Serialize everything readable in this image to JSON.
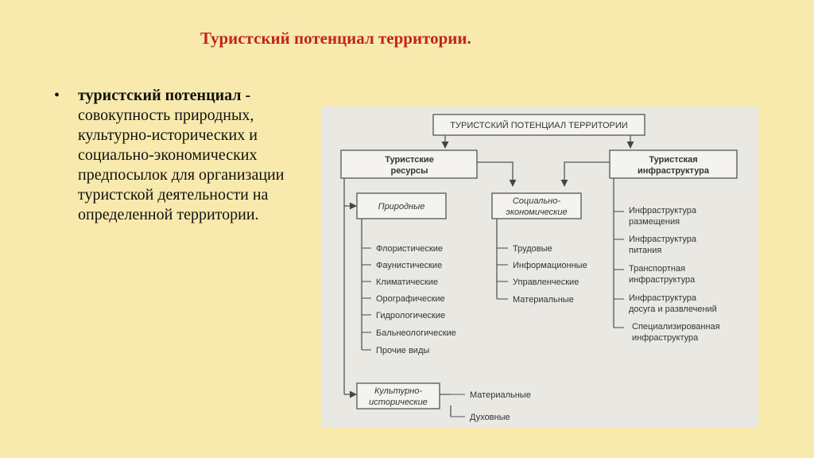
{
  "slide": {
    "title": "Туристский потенциал территории.",
    "bullet_term": "туристский потенциал -",
    "bullet_definition": "совокупность природных, культурно-исторических и социально-экономических предпосылок для организации туристской деятельности на определенной территории."
  },
  "diagram": {
    "root": "ТУРИСТСКИЙ ПОТЕНЦИАЛ ТЕРРИТОРИИ",
    "resources": {
      "line1": "Туристские",
      "line2": "ресурсы"
    },
    "infrastructure": {
      "line1": "Туристская",
      "line2": "инфраструктура"
    },
    "natural": {
      "label": "Природные",
      "items": [
        "Флористические",
        "Фаунистические",
        "Климатические",
        "Орографические",
        "Гидрологические",
        "Бальнеологические",
        "Прочие виды"
      ]
    },
    "socioeconomic": {
      "line1": "Социально-",
      "line2": "экономические",
      "items": [
        "Трудовые",
        "Информационные",
        "Управленческие",
        "Материальные"
      ]
    },
    "infra_items": [
      {
        "line1": "Инфраструктура",
        "line2": "размещения"
      },
      {
        "line1": "Инфраструктура",
        "line2": "питания"
      },
      {
        "line1": "Транспортная",
        "line2": "инфраструктура"
      },
      {
        "line1": "Инфраструктура",
        "line2": "досуга и развлечений"
      },
      {
        "line1": "Специализированная",
        "line2": "инфраструктура"
      }
    ],
    "cultural": {
      "line1": "Культурно-",
      "line2": "исторические",
      "items": [
        "Материальные",
        "Духовные"
      ]
    }
  }
}
